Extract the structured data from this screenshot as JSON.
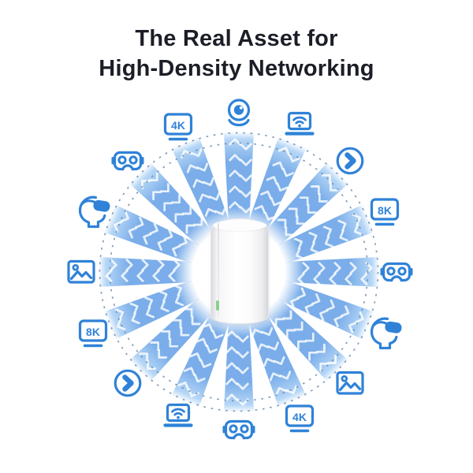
{
  "title": {
    "line1": "The Real Asset for",
    "line2": "High-Density Networking"
  },
  "colors": {
    "title": "#1C1E27",
    "icon_blue": "#2F82D8",
    "beam_blue": "#7AADE9",
    "beam_light": "#BFDCF8",
    "chevron_light": "#D6E9FB",
    "dash": "#6E8CAD",
    "led_green": "#8ECF8E"
  },
  "device": {
    "name": "mesh-wifi-router"
  },
  "ring": {
    "items": [
      {
        "icon": "webcam"
      },
      {
        "icon": "laptop-wifi"
      },
      {
        "icon": "play"
      },
      {
        "icon": "monitor",
        "label": "8K"
      },
      {
        "icon": "vr-goggles"
      },
      {
        "icon": "vr-headset-user"
      },
      {
        "icon": "photo"
      },
      {
        "icon": "monitor",
        "label": "4K"
      },
      {
        "icon": "vr-goggles"
      },
      {
        "icon": "laptop-wifi"
      },
      {
        "icon": "play"
      },
      {
        "icon": "monitor",
        "label": "8K"
      },
      {
        "icon": "photo"
      },
      {
        "icon": "vr-headset-user"
      },
      {
        "icon": "vr-goggles"
      },
      {
        "icon": "monitor",
        "label": "4K"
      }
    ]
  }
}
